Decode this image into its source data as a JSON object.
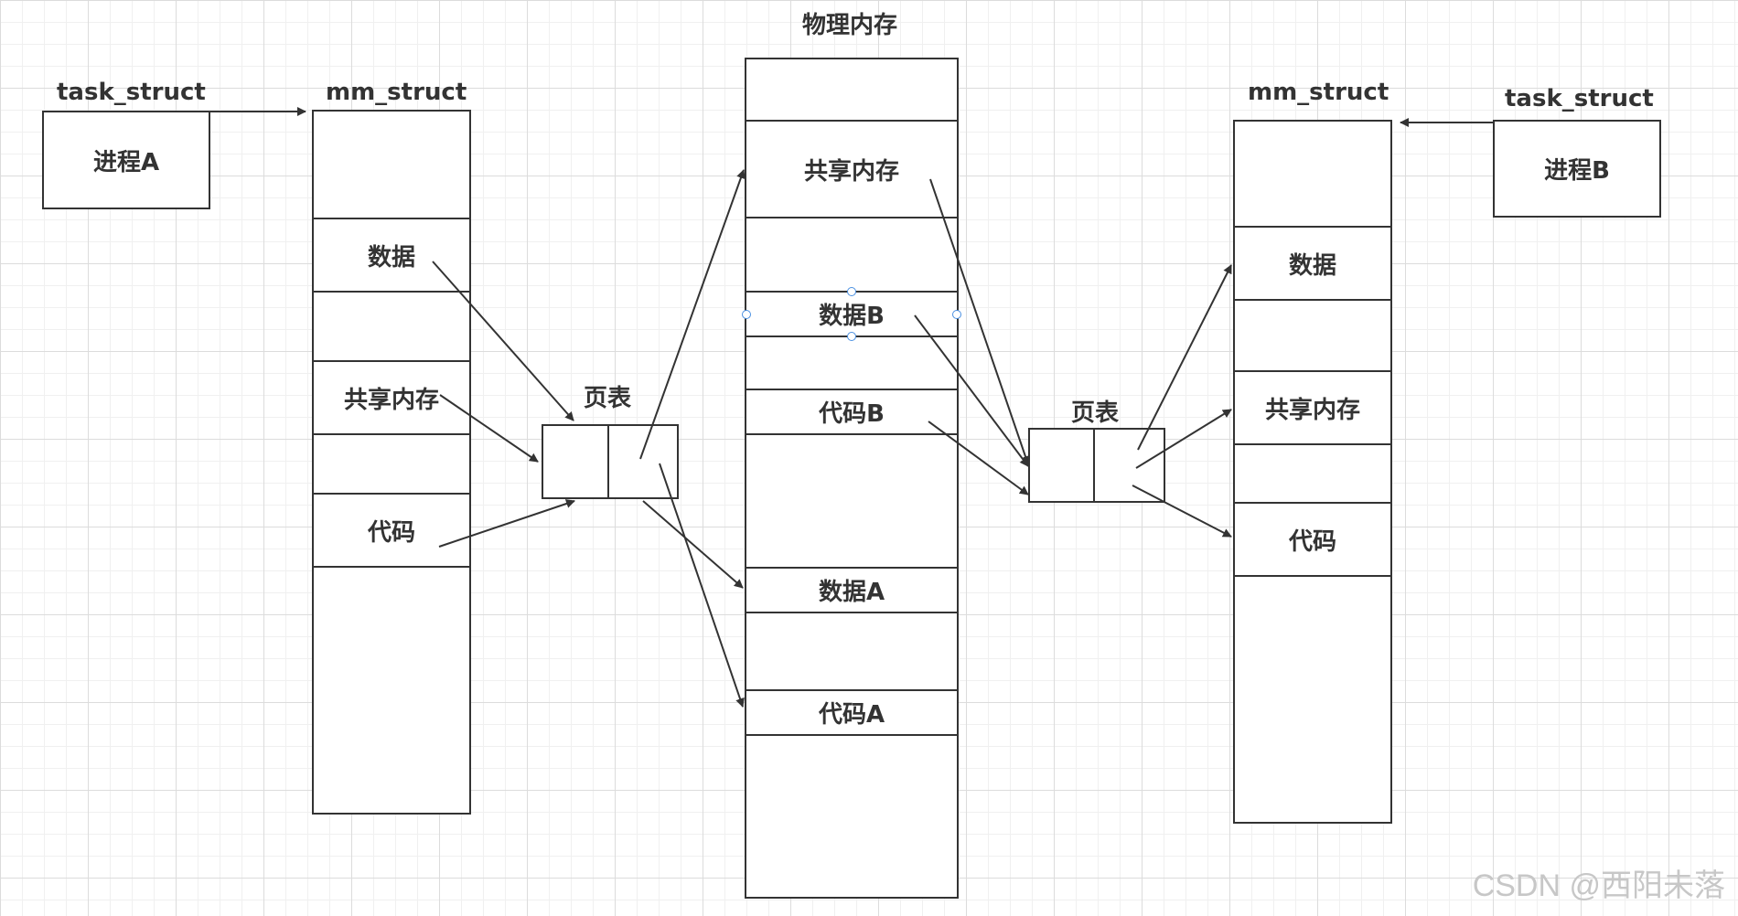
{
  "physical_memory": {
    "title": "物理内存",
    "segments": {
      "shared": "共享内存",
      "data_b": "数据B",
      "code_b": "代码B",
      "data_a": "数据A",
      "code_a": "代码A"
    }
  },
  "left": {
    "task_struct_title": "task_struct",
    "process_label": "进程A",
    "mm_struct_title": "mm_struct",
    "segments": {
      "data": "数据",
      "shared": "共享内存",
      "code": "代码"
    },
    "page_table_title": "页表"
  },
  "right": {
    "task_struct_title": "task_struct",
    "process_label": "进程B",
    "mm_struct_title": "mm_struct",
    "segments": {
      "data": "数据",
      "shared": "共享内存",
      "code": "代码"
    },
    "page_table_title": "页表"
  },
  "watermark": "CSDN @西阳未落",
  "colors": {
    "line": "#333333",
    "grid": "#dcdcdc",
    "selection_handle": "#4a90e2"
  }
}
